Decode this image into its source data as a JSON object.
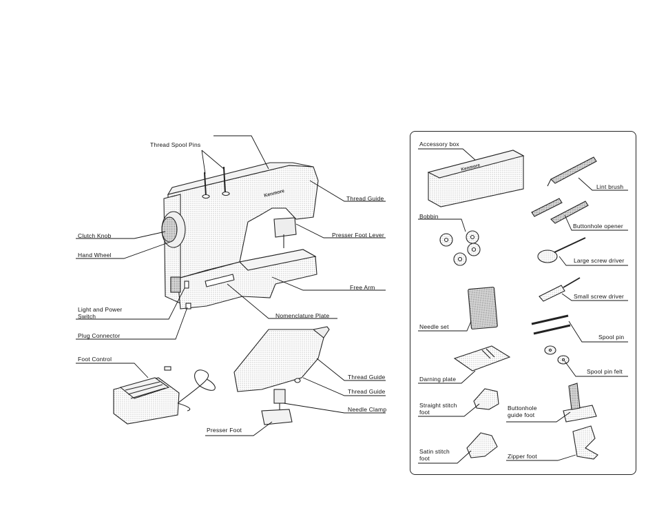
{
  "machine_labels": {
    "thread_spool_pins": "Thread Spool Pins",
    "thread_guide_top": "Thread Guide",
    "clutch_knob": "Clutch Knob",
    "presser_foot_lever": "Presser Foot Lever",
    "hand_wheel": "Hand Wheel",
    "free_arm": "Free Arm",
    "light_and_power_switch": "Light and Power Switch",
    "nomenclature_plate": "Nomenclature Plate",
    "plug_connector": "Plug Connector",
    "foot_control": "Foot Control",
    "thread_guide_1": "Thread Guide",
    "thread_guide_2": "Thread Guide",
    "needle_clamp": "Needle Clamp",
    "presser_foot": "Presser Foot",
    "brand_on_machine": "Kenmore"
  },
  "accessory_labels": {
    "accessory_box": "Accessory box",
    "brand_on_box": "Kenmore",
    "lint_brush": "Lint brush",
    "bobbin": "Bobbin",
    "buttonhole_opener": "Buttonhole opener",
    "large_screw_driver": "Large screw driver",
    "small_screw_driver": "Small screw driver",
    "needle_set": "Needle set",
    "spool_pin": "Spool pin",
    "spool_pin_felt": "Spool pin felt",
    "darning_plate": "Darning plate",
    "straight_stitch_foot": "Straight stitch foot",
    "buttonhole_guide_foot": "Buttonhole guide foot",
    "satin_stitch_foot": "Satin stitch foot",
    "zipper_foot": "Zipper foot"
  }
}
